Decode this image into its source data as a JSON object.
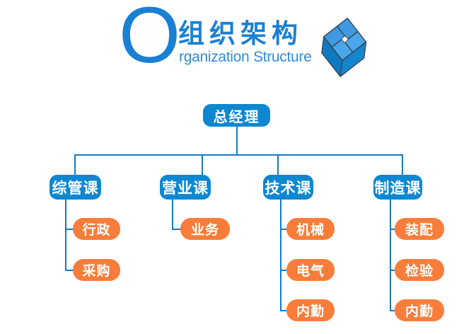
{
  "header": {
    "initial_letter": "O",
    "title_cn": "组织架构",
    "title_en": "rganization Structure",
    "logo": "cube-blocks-icon"
  },
  "colors": {
    "node_blue": "#0e87d1",
    "node_orange": "#f87d3a",
    "connector_blue": "#147ac4",
    "title_blue": "#1a80d4",
    "subtitle_blue": "#2f8cd9",
    "cube_light_blue": "#44a0e6",
    "cube_dark_blue": "#1080c8"
  },
  "org_chart": {
    "root": {
      "label": "总经理"
    },
    "departments": [
      {
        "label": "综管课",
        "children": [
          {
            "label": "行政"
          },
          {
            "label": "采购"
          }
        ]
      },
      {
        "label": "营业课",
        "children": [
          {
            "label": "业务"
          }
        ]
      },
      {
        "label": "技术课",
        "children": [
          {
            "label": "机械"
          },
          {
            "label": "电气"
          },
          {
            "label": "内勤"
          }
        ]
      },
      {
        "label": "制造课",
        "children": [
          {
            "label": "装配"
          },
          {
            "label": "检验"
          },
          {
            "label": "内勤"
          }
        ]
      }
    ]
  }
}
